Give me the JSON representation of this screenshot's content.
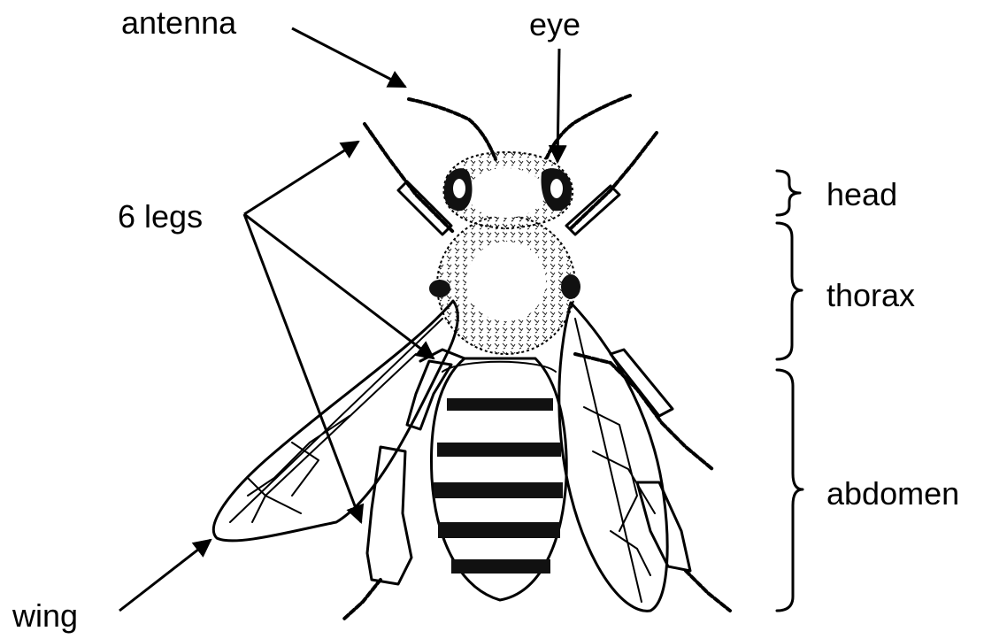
{
  "labels": {
    "antenna": "antenna",
    "eye": "eye",
    "legs": "6 legs",
    "head": "head",
    "thorax": "thorax",
    "abdomen": "abdomen",
    "wing": "wing"
  },
  "colors": {
    "ink": "#000000",
    "background": "#ffffff",
    "body_fill": "#ffffff"
  }
}
